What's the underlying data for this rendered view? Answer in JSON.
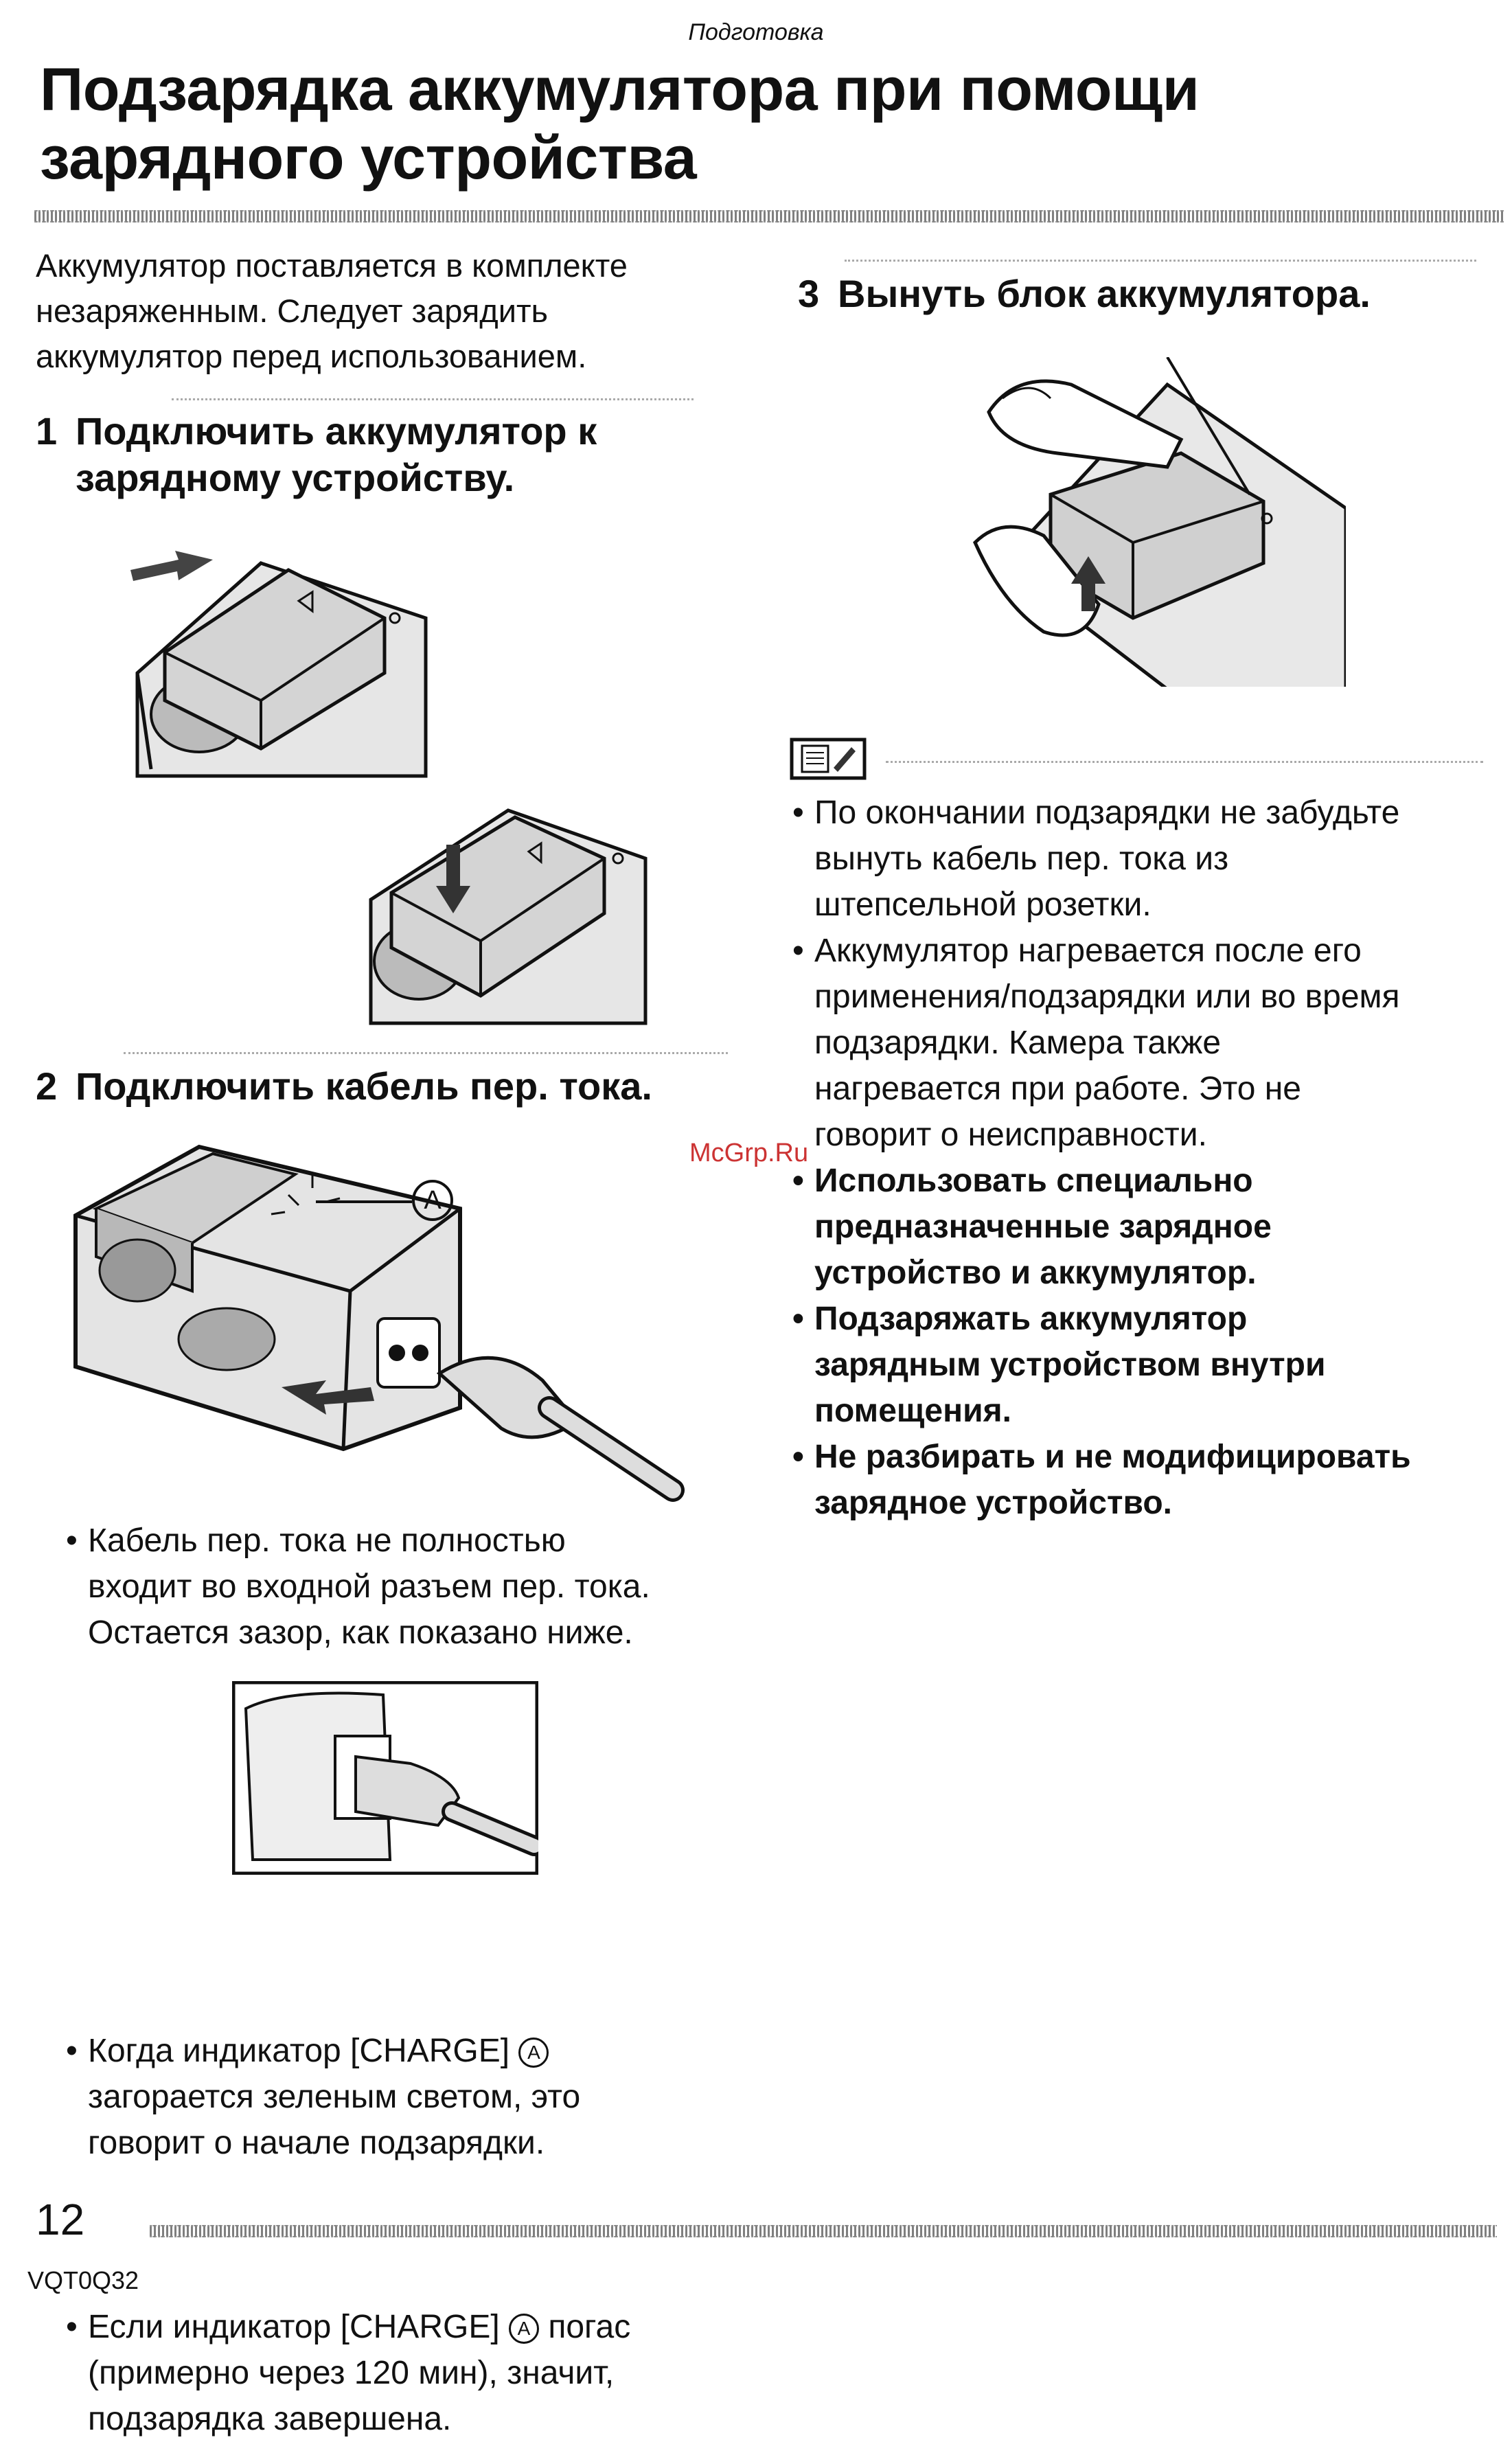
{
  "header": {
    "section": "Подготовка",
    "title_line1": "Подзарядка аккумулятора при помощи",
    "title_line2": "зарядного устройства"
  },
  "intro": [
    "Аккумулятор поставляется в комплекте",
    "незаряженным. Следует зарядить",
    "аккумулятор перед использованием."
  ],
  "step1": {
    "num": "1",
    "line1": "Подключить аккумулятор к",
    "line2": "зарядному устройству."
  },
  "step2": {
    "num": "2",
    "text": "Подключить кабель пер. тока.",
    "callout": "A"
  },
  "step2_notes": {
    "gap": [
      "Кабель пер. тока не полностью",
      "входит во входной разъем пер. тока.",
      "Остается зазор, как показано ниже."
    ],
    "charge_on": [
      "Когда индикатор [CHARGE]",
      "загорается зеленым светом, это",
      "говорит о начале подзарядки."
    ],
    "charge_off": [
      "Если индикатор [CHARGE]",
      "погас",
      "(примерно через 120 мин), значит,",
      "подзарядка завершена."
    ],
    "circle": "A"
  },
  "step3": {
    "num": "3",
    "text": "Вынуть блок аккумулятора."
  },
  "notes": [
    {
      "lines": [
        "По окончании подзарядки не забудьте",
        "вынуть кабель пер. тока из",
        "штепсельной розетки."
      ],
      "bold": false
    },
    {
      "lines": [
        "Аккумулятор нагревается после его",
        "применения/подзарядки или во время",
        "подзарядки. Камера также",
        "нагревается при работе. Это не",
        "говорит о неисправности."
      ],
      "bold": false
    },
    {
      "lines": [
        "Использовать специально",
        "предназначенные зарядное",
        "устройство и аккумулятор."
      ],
      "bold": true
    },
    {
      "lines": [
        "Подзаряжать аккумулятор",
        "зарядным устройством внутри",
        "помещения."
      ],
      "bold": true
    },
    {
      "lines": [
        "Не разбирать и не модифицировать",
        "зарядное устройство."
      ],
      "bold": true
    }
  ],
  "watermark": "McGrp.Ru",
  "footer": {
    "page": "12",
    "code": "VQT0Q32"
  }
}
